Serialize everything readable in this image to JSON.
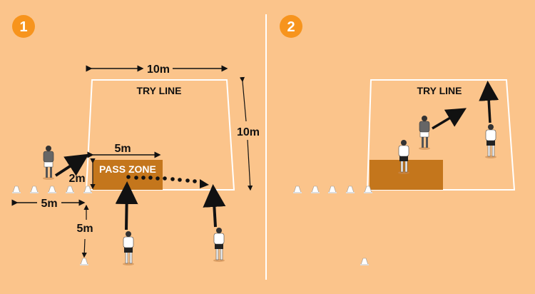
{
  "colors": {
    "background": "#fbc48b",
    "badge": "#f7941d",
    "pass_zone": "#c4761c",
    "lines": "#ffffff",
    "arrows": "#111111"
  },
  "panel1": {
    "badge": "1",
    "width_label": "10m",
    "try_line": "TRY LINE",
    "depth_label": "10m",
    "zone_width_label": "5m",
    "pass_zone": "PASS ZONE",
    "zone_depth_label": "2m",
    "cone_spacing_label": "5m",
    "start_distance_label": "5m"
  },
  "panel2": {
    "badge": "2",
    "try_line": "TRY LINE"
  }
}
